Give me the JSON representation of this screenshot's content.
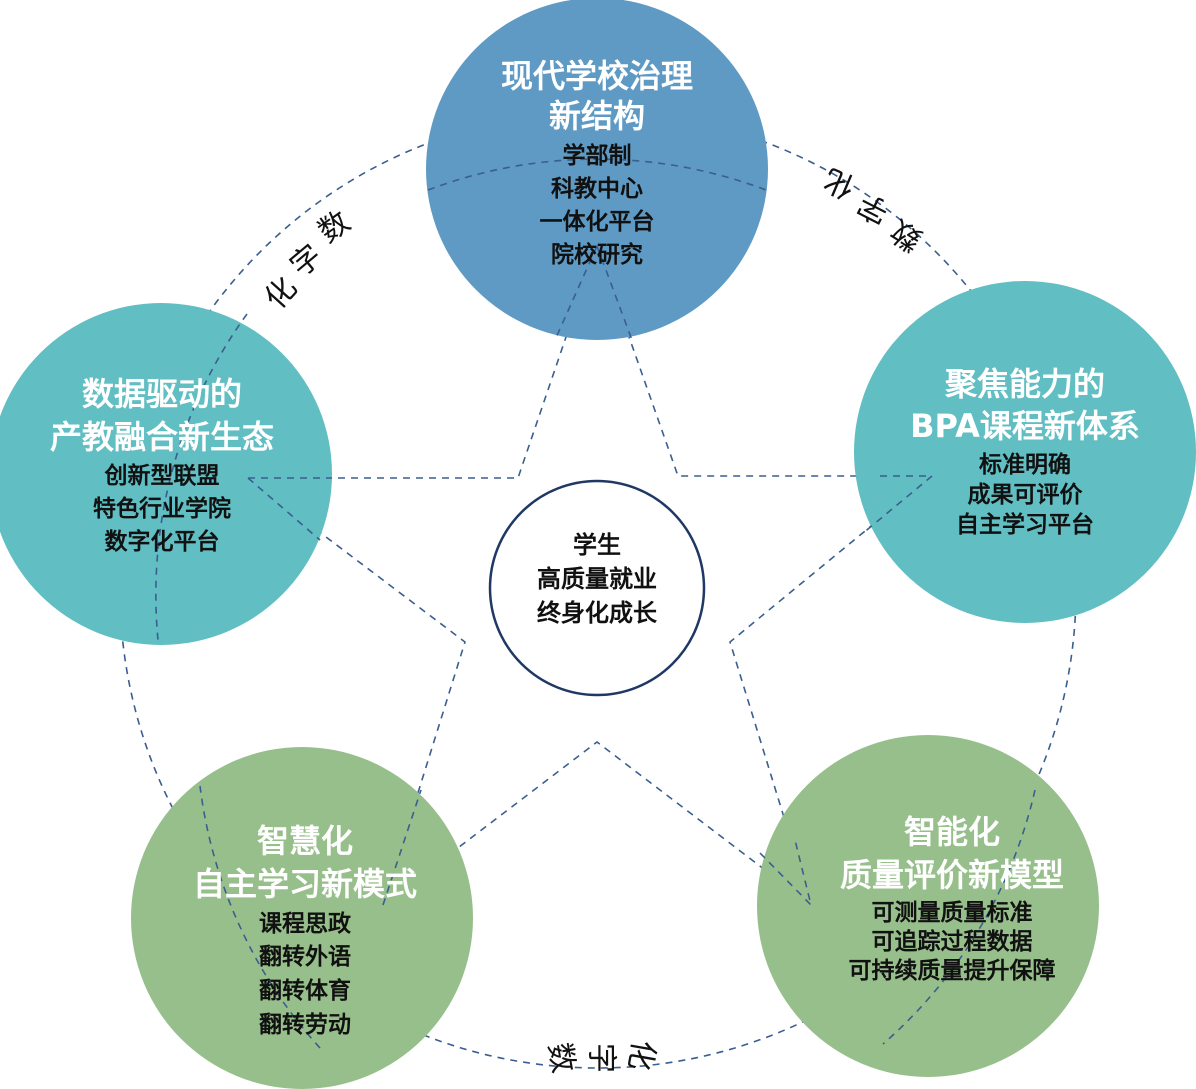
{
  "center": {
    "lines": [
      "学生",
      "高质量就业",
      "终身化成长"
    ]
  },
  "nodes": {
    "top": {
      "title": [
        "现代学校治理",
        "新结构"
      ],
      "items": [
        "学部制",
        "科教中心",
        "一体化平台",
        "院校研究"
      ],
      "color": "#5f9ac4"
    },
    "right": {
      "title": [
        "聚焦能力的",
        "BPA课程新体系"
      ],
      "items": [
        "标准明确",
        "成果可评价",
        "自主学习平台"
      ],
      "color": "#61bec3"
    },
    "bottom_right": {
      "title": [
        "智能化",
        "质量评价新模型"
      ],
      "items": [
        "可测量质量标准",
        "可追踪过程数据",
        "可持续质量提升保障"
      ],
      "color": "#97bf8b"
    },
    "bottom_left": {
      "title": [
        "智慧化",
        "自主学习新模式"
      ],
      "items": [
        "课程思政",
        "翻转外语",
        "翻转体育",
        "翻转劳动"
      ],
      "color": "#97bf8b"
    },
    "left": {
      "title": [
        "数据驱动的",
        "产教融合新生态"
      ],
      "items": [
        "创新型联盟",
        "特色行业学院",
        "数字化平台"
      ],
      "color": "#61bec3"
    }
  },
  "path_labels": {
    "upper_left": [
      "数",
      "字",
      "化"
    ],
    "upper_right": [
      "数",
      "字",
      "化"
    ],
    "bottom": [
      "数",
      "字",
      "化"
    ]
  },
  "colors": {
    "dashed_line": "#3a5f8f",
    "center_stroke": "#1f3864",
    "title_text": "#ffffff",
    "item_text": "#111111"
  }
}
